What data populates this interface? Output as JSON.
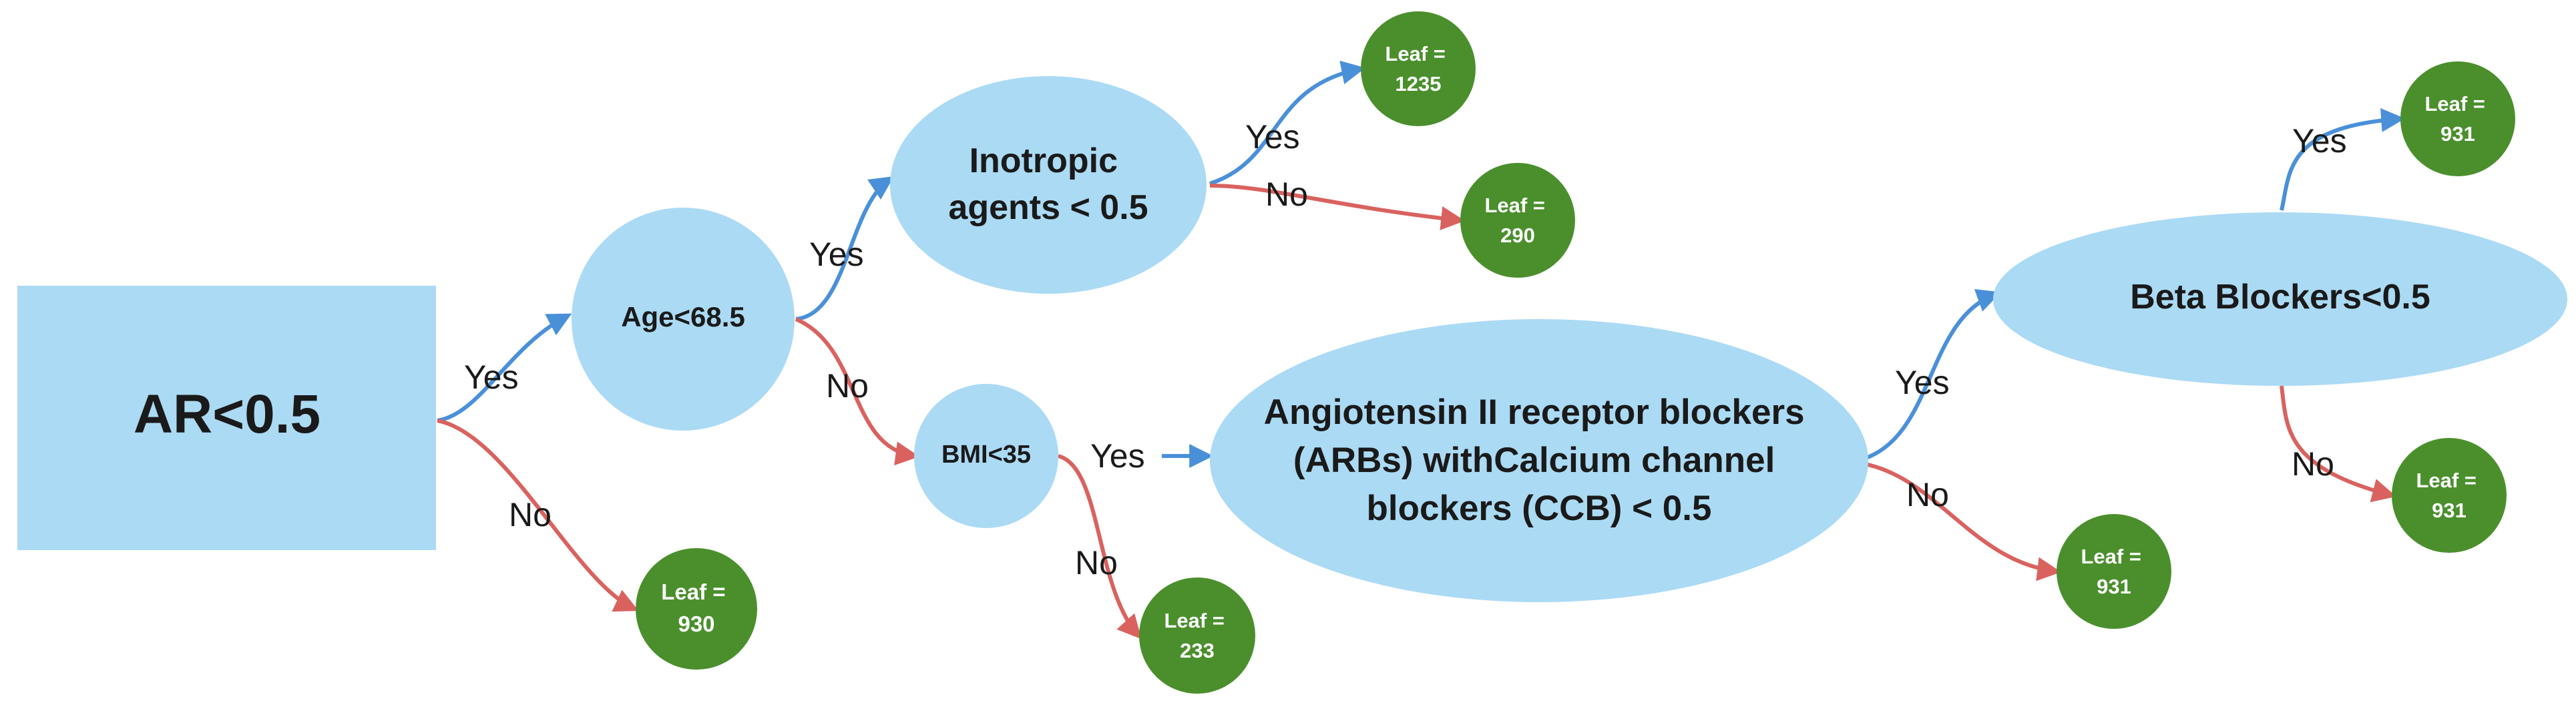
{
  "colors": {
    "node_fill": "#ABDAF4",
    "leaf_fill": "#4A8F2C",
    "yes_edge": "#4A90D9",
    "no_edge": "#D9625F",
    "text": "#1a1a1a",
    "leaf_text": "#ffffff"
  },
  "edge_labels": {
    "yes": "Yes",
    "no": "No"
  },
  "nodes": {
    "root": {
      "lines": [
        "AR<0.5"
      ]
    },
    "age": {
      "lines": [
        "Age<68.5"
      ]
    },
    "inotropic": {
      "lines": [
        "Inotropic",
        "agents < 0.5"
      ]
    },
    "bmi": {
      "lines": [
        "BMI<35"
      ]
    },
    "arb": {
      "lines": [
        "Angiotensin II receptor blockers",
        "(ARBs) withCalcium channel",
        "blockers (CCB) < 0.5"
      ]
    },
    "beta": {
      "lines": [
        "Beta Blockers<0.5"
      ]
    }
  },
  "leaves": {
    "leaf_root_no": {
      "label": "Leaf =",
      "value": "930"
    },
    "leaf_ino_yes": {
      "label": "Leaf =",
      "value": "1235"
    },
    "leaf_ino_no": {
      "label": "Leaf =",
      "value": "290"
    },
    "leaf_bmi_no": {
      "label": "Leaf =",
      "value": "233"
    },
    "leaf_arb_no": {
      "label": "Leaf =",
      "value": "931"
    },
    "leaf_beta_yes": {
      "label": "Leaf =",
      "value": "931"
    },
    "leaf_beta_no": {
      "label": "Leaf =",
      "value": "931"
    }
  }
}
